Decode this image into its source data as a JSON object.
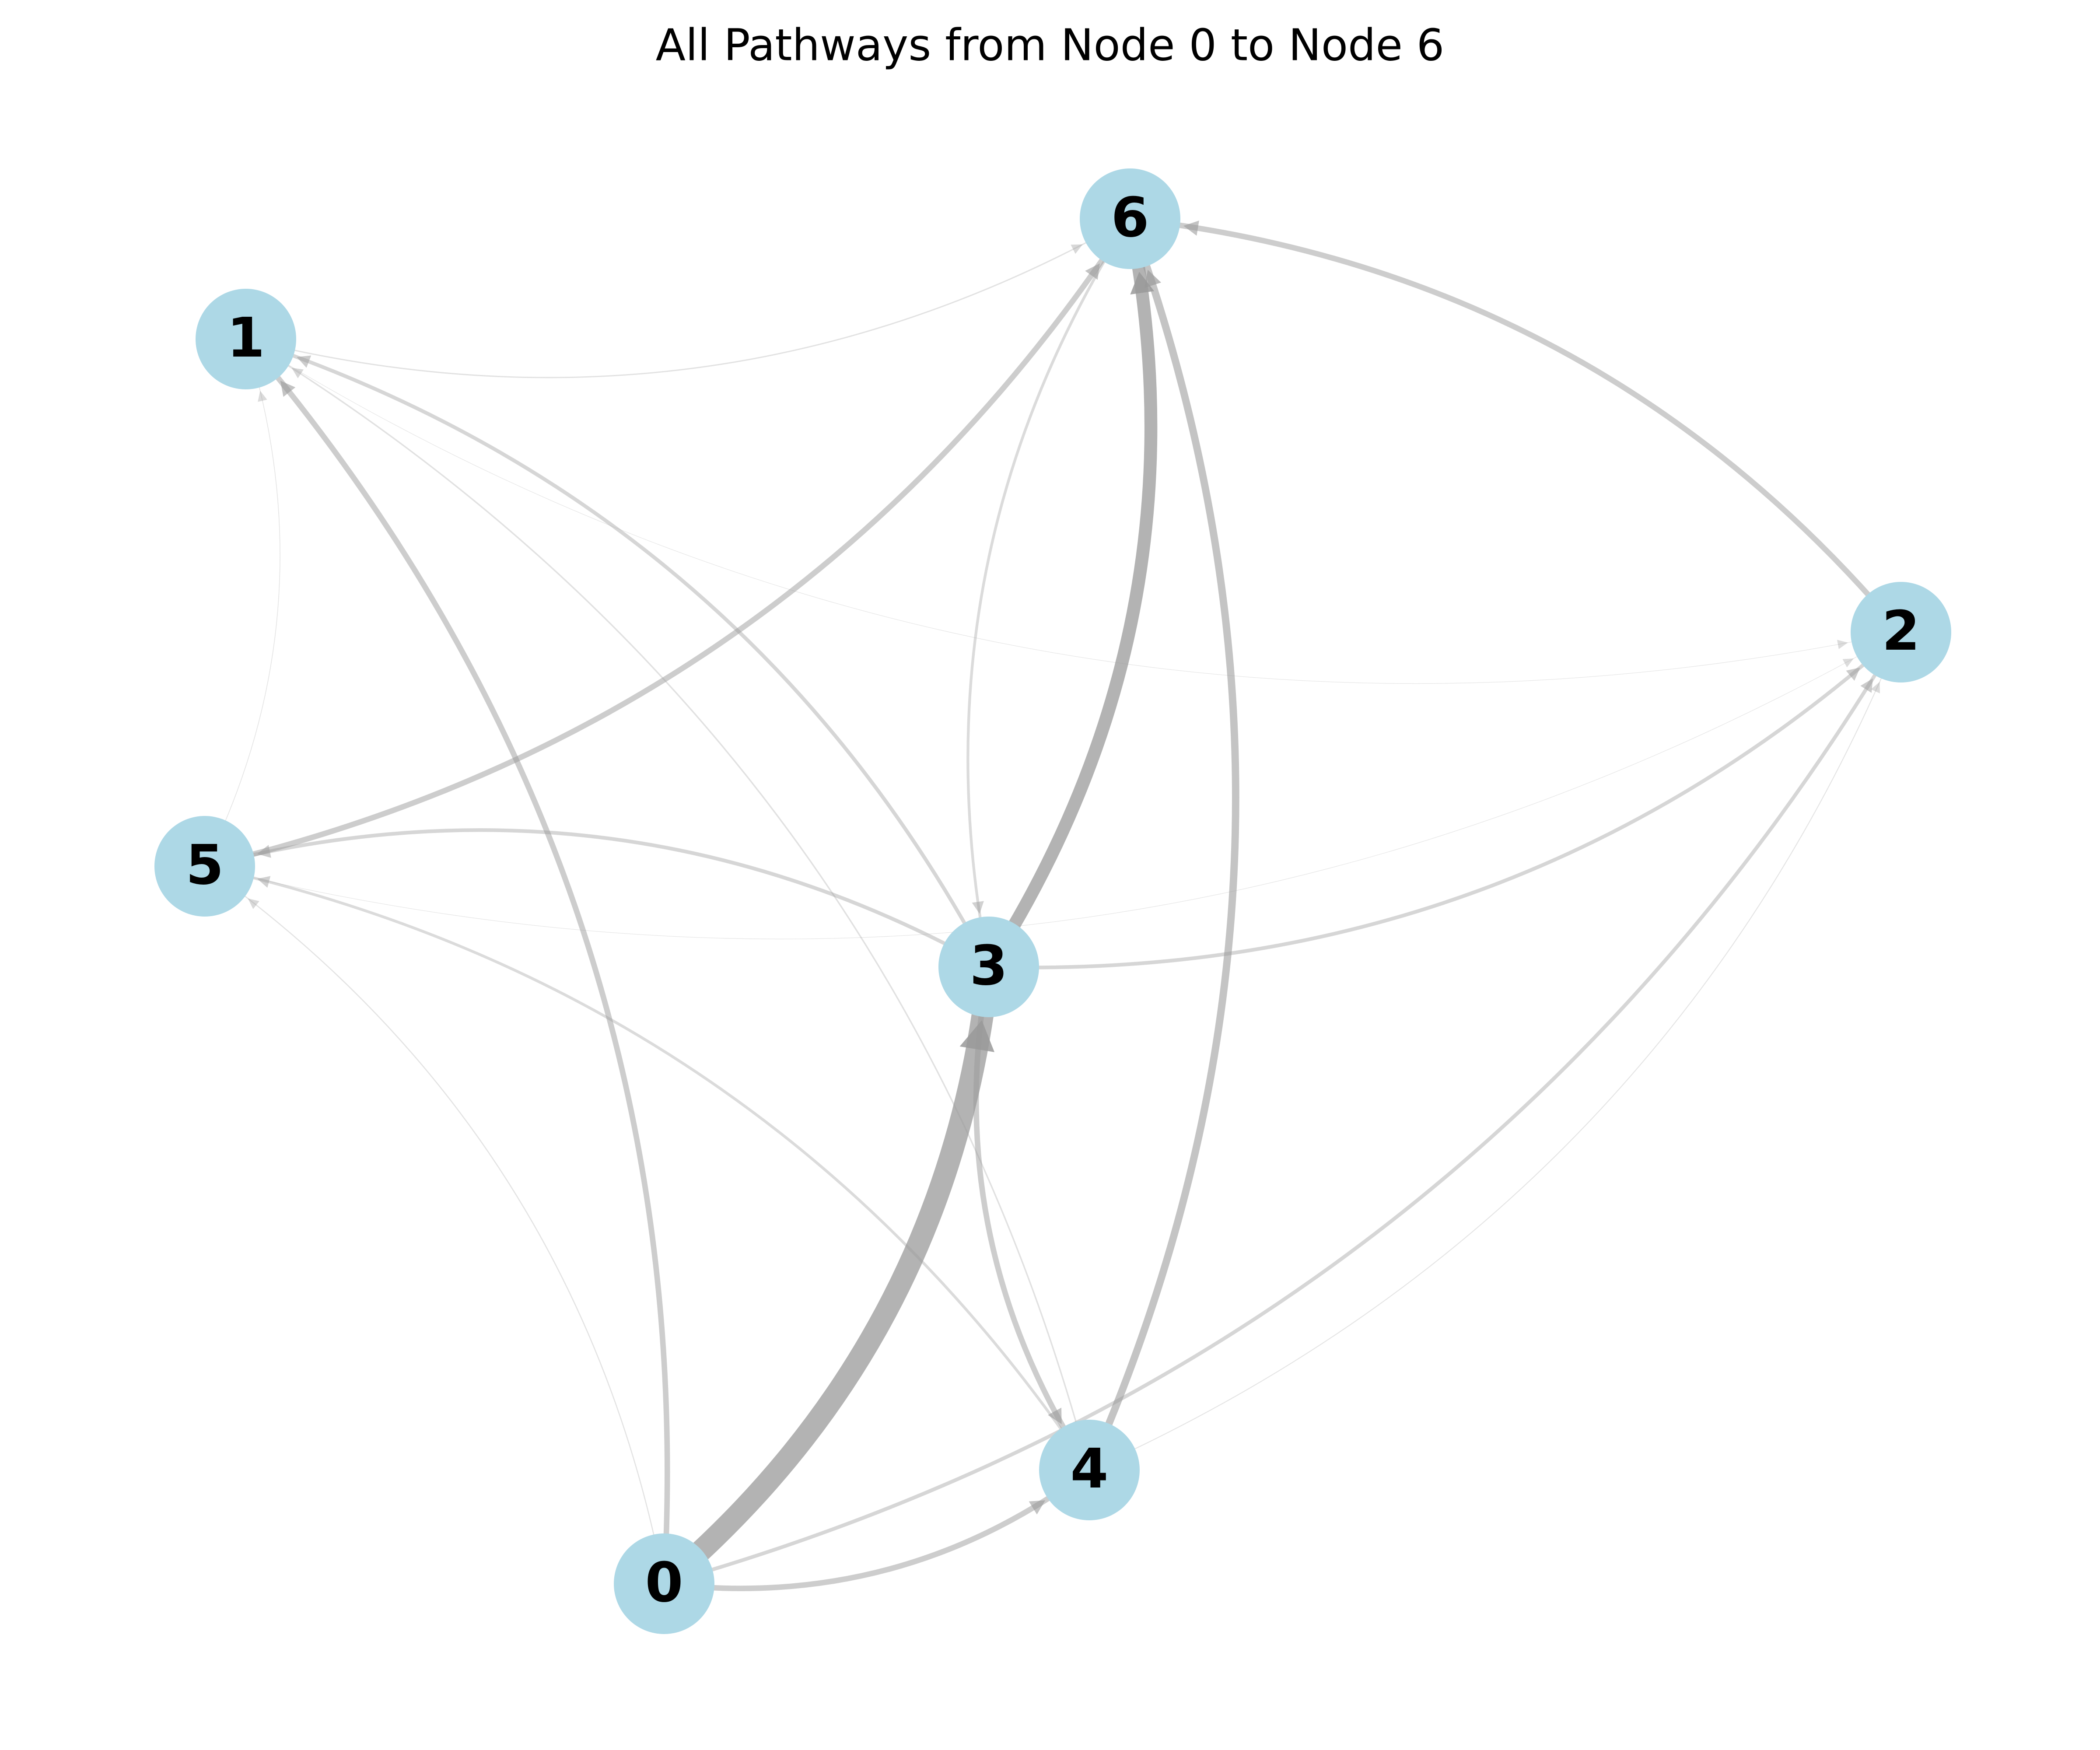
{
  "title": "All Pathways from Node 0 to Node 6",
  "colors": {
    "background": "#ffffff",
    "node_fill": "#add8e6",
    "edge": "#999999",
    "label": "#000000"
  },
  "nodes": [
    {
      "id": 0,
      "label": "0"
    },
    {
      "id": 1,
      "label": "1"
    },
    {
      "id": 2,
      "label": "2"
    },
    {
      "id": 3,
      "label": "3"
    },
    {
      "id": 4,
      "label": "4"
    },
    {
      "id": 5,
      "label": "5"
    },
    {
      "id": 6,
      "label": "6"
    }
  ],
  "edges": [
    {
      "source": 0,
      "target": 3,
      "weight": 12
    },
    {
      "source": 0,
      "target": 1,
      "weight": 3
    },
    {
      "source": 0,
      "target": 4,
      "weight": 3
    },
    {
      "source": 0,
      "target": 2,
      "weight": 2
    },
    {
      "source": 0,
      "target": 5,
      "weight": 0.6
    },
    {
      "source": 3,
      "target": 6,
      "weight": 7
    },
    {
      "source": 3,
      "target": 1,
      "weight": 2
    },
    {
      "source": 3,
      "target": 5,
      "weight": 2
    },
    {
      "source": 3,
      "target": 4,
      "weight": 3
    },
    {
      "source": 3,
      "target": 2,
      "weight": 2
    },
    {
      "source": 4,
      "target": 6,
      "weight": 4
    },
    {
      "source": 4,
      "target": 1,
      "weight": 0.8
    },
    {
      "source": 4,
      "target": 5,
      "weight": 1.5
    },
    {
      "source": 4,
      "target": 2,
      "weight": 0.5
    },
    {
      "source": 5,
      "target": 6,
      "weight": 3
    },
    {
      "source": 5,
      "target": 1,
      "weight": 0.4
    },
    {
      "source": 5,
      "target": 2,
      "weight": 0.3
    },
    {
      "source": 2,
      "target": 6,
      "weight": 3
    },
    {
      "source": 1,
      "target": 6,
      "weight": 0.7
    },
    {
      "source": 1,
      "target": 2,
      "weight": 0.3
    },
    {
      "source": 6,
      "target": 3,
      "weight": 1.5
    }
  ]
}
